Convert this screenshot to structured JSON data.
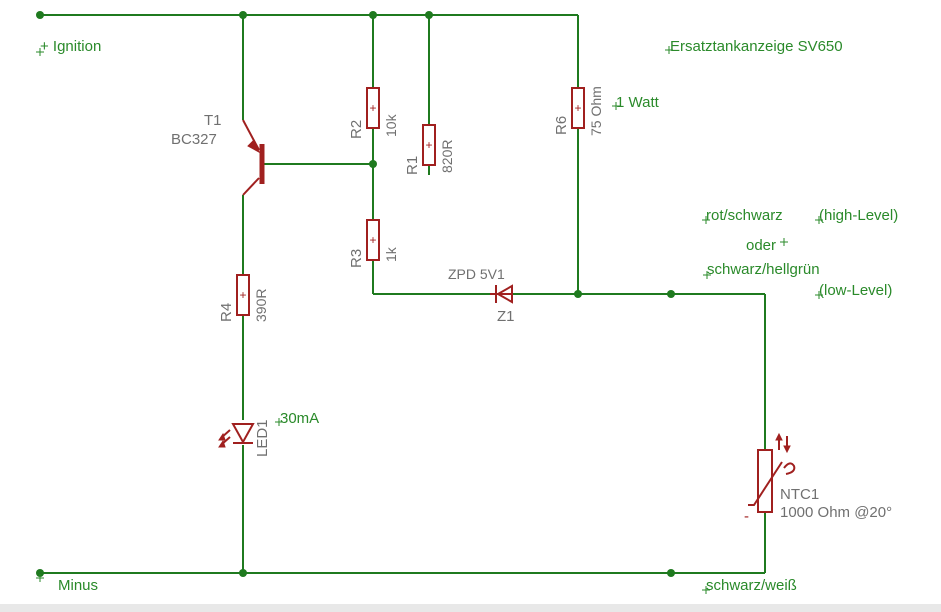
{
  "title": "Ersatztankanzeige SV650",
  "labels": {
    "ignition": "+ Ignition",
    "minus": "Minus",
    "wire_high": "rot/schwarz",
    "high_level": "(high-Level)",
    "oder": "oder",
    "wire_low": "schwarz/hellgrün",
    "low_level": "(low-Level)",
    "wire_ground": "schwarz/weiß",
    "r6_power": "1 Watt",
    "led_current": "30mA"
  },
  "components": {
    "t1": {
      "name": "T1",
      "value": "BC327"
    },
    "r1": {
      "name": "R1",
      "value": "820R"
    },
    "r2": {
      "name": "R2",
      "value": "10k"
    },
    "r3": {
      "name": "R3",
      "value": "1k"
    },
    "r4": {
      "name": "R4",
      "value": "390R"
    },
    "r6": {
      "name": "R6",
      "value": "75 Ohm"
    },
    "z1": {
      "name": "Z1",
      "value": "ZPD 5V1"
    },
    "led1": {
      "name": "LED1"
    },
    "ntc1": {
      "name": "NTC1",
      "value": "1000 Ohm @20°",
      "minus_mark": "-"
    }
  },
  "colors": {
    "wire": "#1f7a1f",
    "part": "#a0201f",
    "label_green": "#2a8a2a",
    "label_gray": "#707070"
  }
}
